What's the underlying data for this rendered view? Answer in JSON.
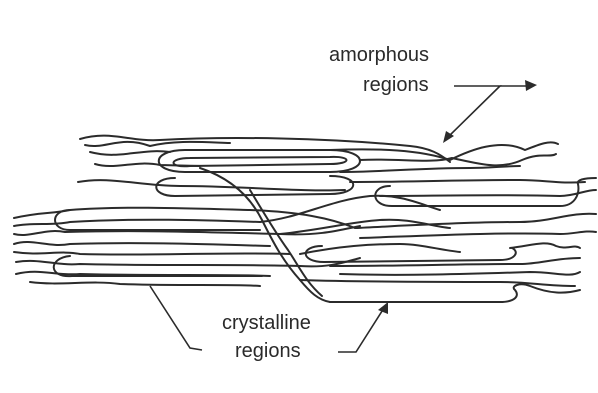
{
  "labels": {
    "amorphous_line1": "amorphous",
    "amorphous_line2": "regions",
    "crystalline_line1": "crystalline",
    "crystalline_line2": "regions"
  },
  "colors": {
    "ink": "#2b2b2b",
    "background": "#ffffff"
  }
}
